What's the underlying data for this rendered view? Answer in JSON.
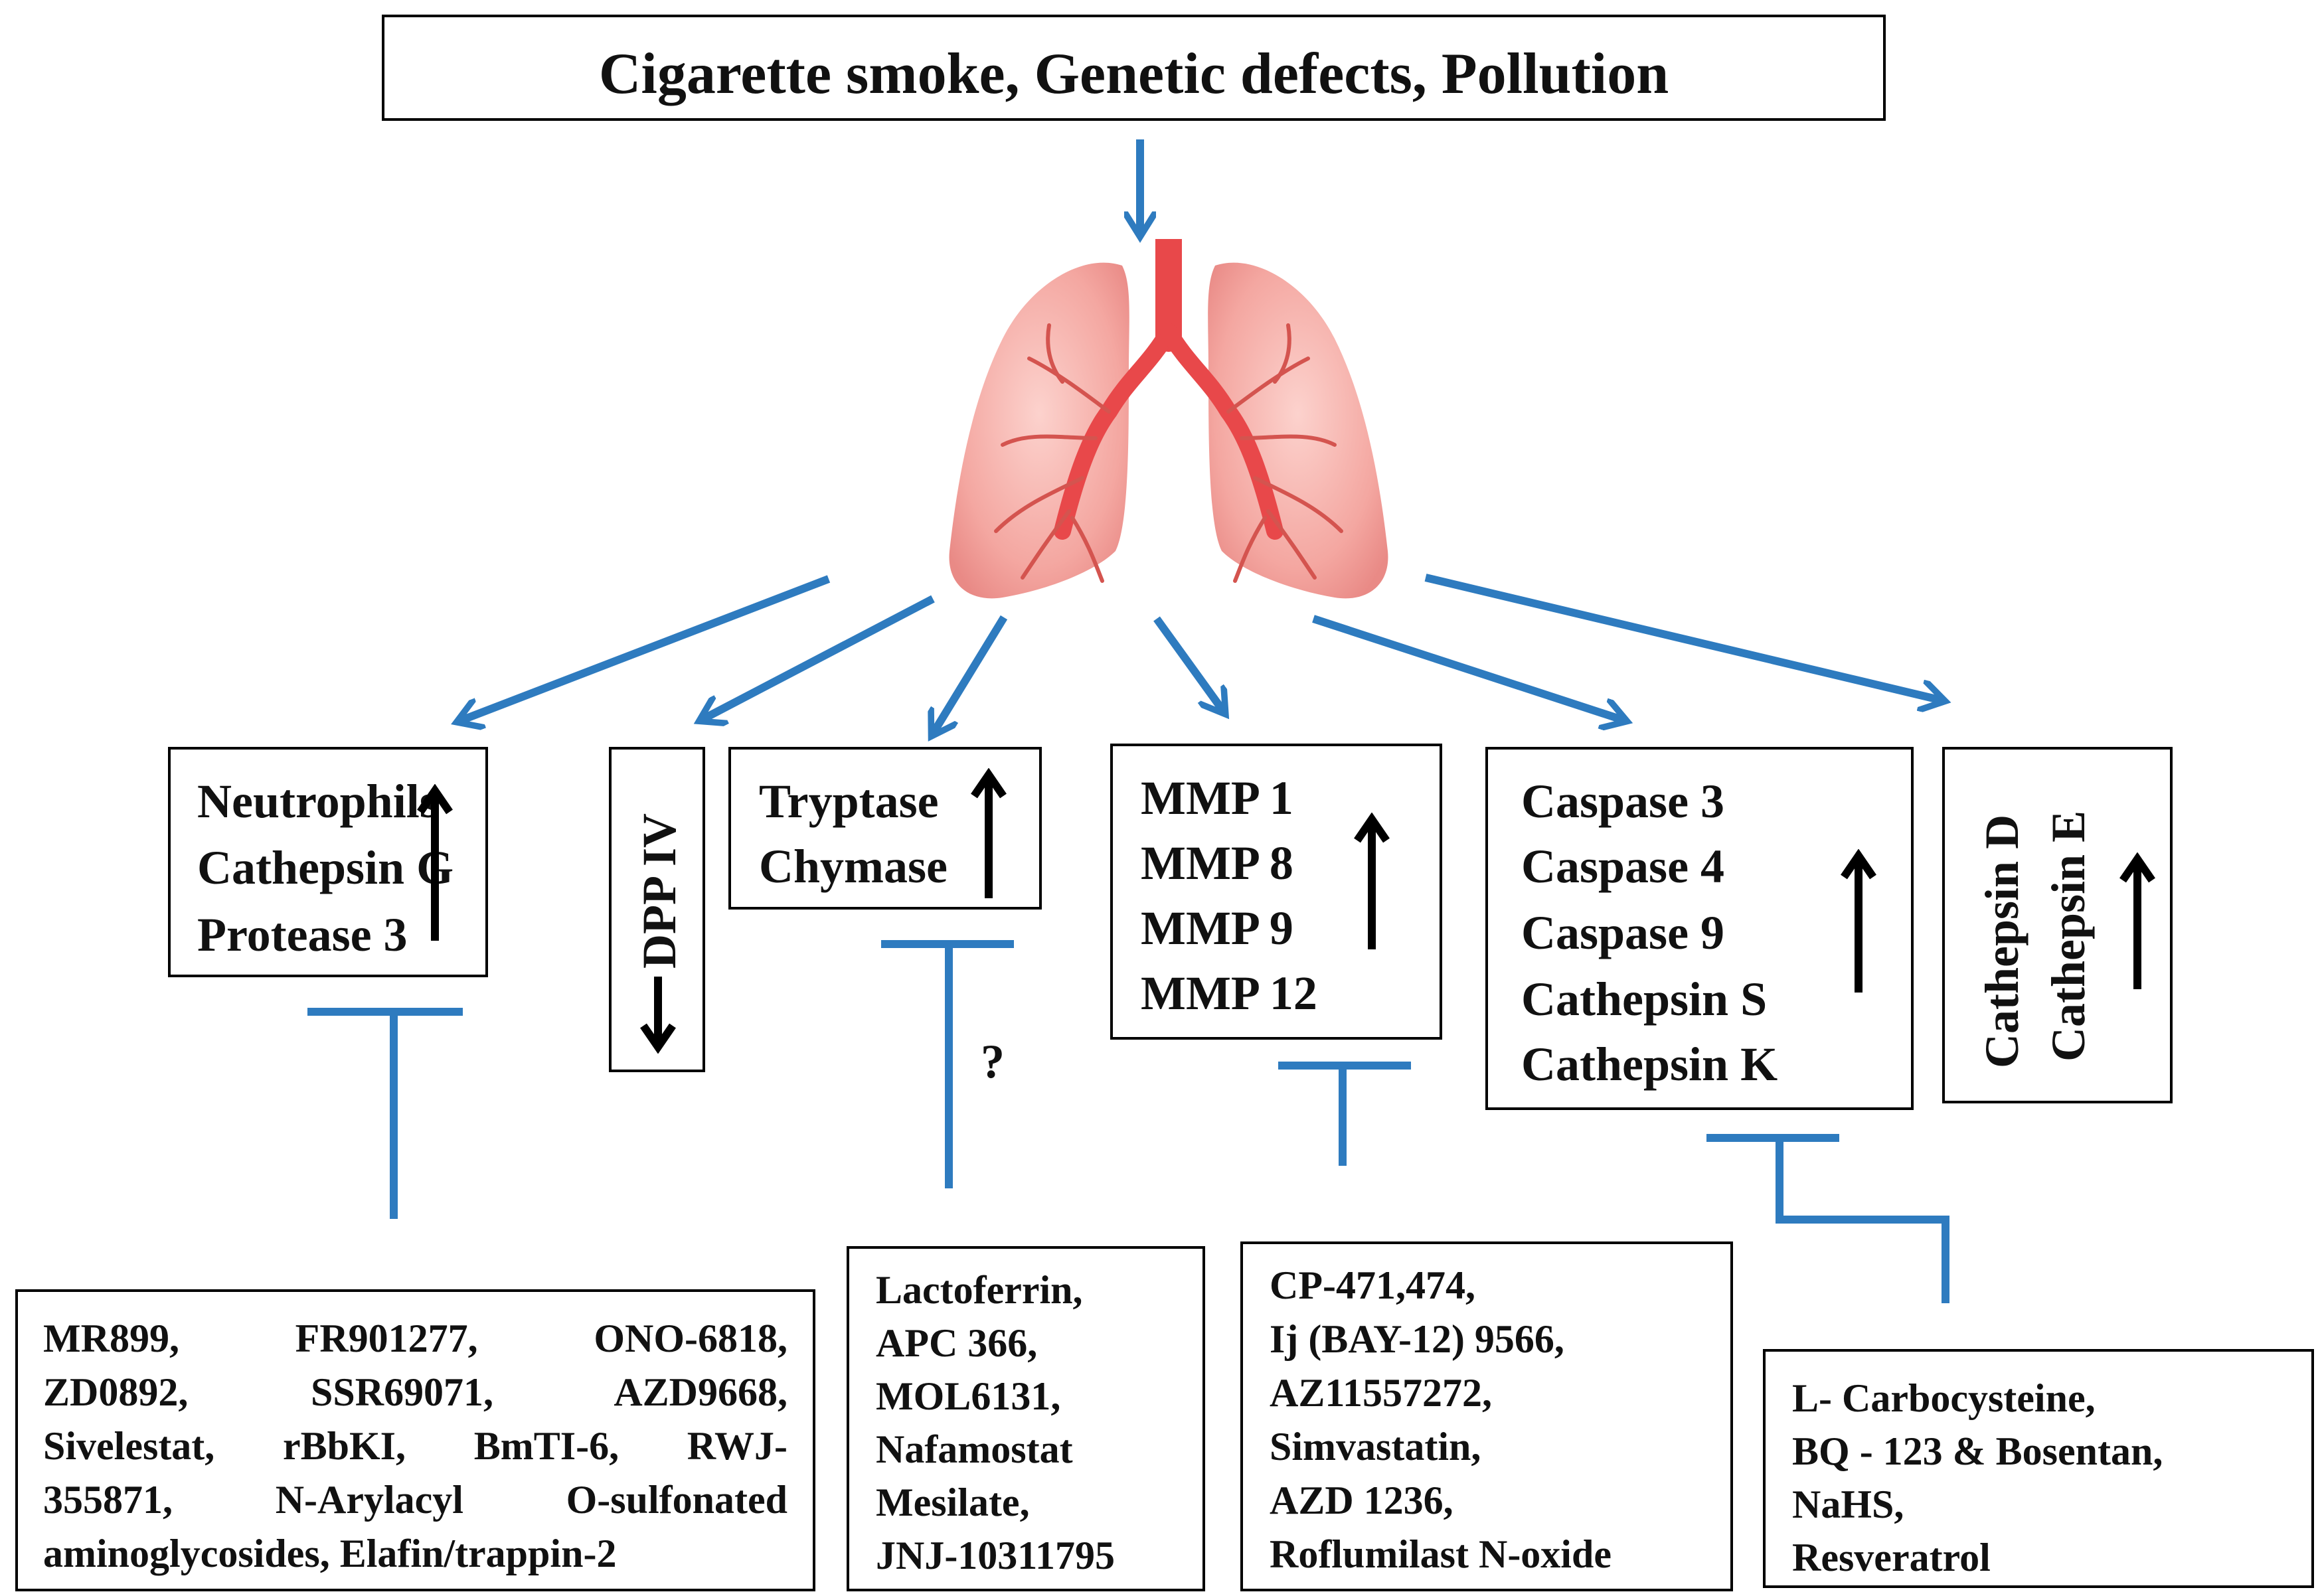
{
  "top_box": {
    "text": "Cigarette smoke, Genetic defects, Pollution"
  },
  "colors": {
    "arrow_blue": "#2e7bbf",
    "lung_pink": "#f4a7a1",
    "trachea_red": "#e8484a",
    "border": "#000000"
  },
  "lung": {
    "icon": "lungs-icon"
  },
  "boxes": {
    "neutrophils": {
      "lines": [
        "Neutrophils",
        "Cathepsin G",
        "Protease 3"
      ],
      "trend": "up"
    },
    "dpp": {
      "text": "DPP IV",
      "trend": "down"
    },
    "tryptase": {
      "lines": [
        "Tryptase",
        "Chymase"
      ],
      "trend": "up"
    },
    "mmp": {
      "lines": [
        "MMP 1",
        "MMP 8",
        "MMP 9",
        "MMP 12"
      ],
      "trend": "up"
    },
    "caspase": {
      "lines": [
        "Caspase 3",
        "Caspase 4",
        "Caspase 9",
        "Cathepsin S",
        "Cathepsin K"
      ],
      "trend": "up"
    },
    "cathepsin_de": {
      "lines": [
        "Cathepsin D",
        "Cathepsin E"
      ],
      "trend": "up"
    }
  },
  "question_mark": "?",
  "inhibitors": {
    "neutrophil_inhibitors": {
      "rows": [
        [
          "MR899,",
          "FR901277,",
          "ONO-6818,"
        ],
        [
          "ZD0892,",
          "SSR69071,",
          "AZD9668,"
        ],
        [
          "Sivelestat,",
          "rBbKI,",
          "BmTI-6,",
          "RWJ-"
        ],
        [
          "355871,",
          "N-Arylacyl",
          "O-sulfonated"
        ]
      ],
      "last_line": "aminoglycosides, Elafin/trappin-2"
    },
    "tryptase_inhibitors": {
      "lines": [
        "Lactoferrin,",
        "APC 366,",
        "MOL6131,",
        "Nafamostat",
        "Mesilate,",
        "JNJ-10311795"
      ]
    },
    "mmp_inhibitors": {
      "lines": [
        "CP-471,474,",
        "Ij (BAY-12) 9566,",
        "AZ11557272,",
        "Simvastatin,",
        "AZD 1236,",
        "Roflumilast N-oxide"
      ]
    },
    "caspase_inhibitors": {
      "lines": [
        "L- Carbocysteine,",
        "BQ - 123 & Bosentan,",
        "NaHS,",
        "Resveratrol"
      ]
    }
  }
}
